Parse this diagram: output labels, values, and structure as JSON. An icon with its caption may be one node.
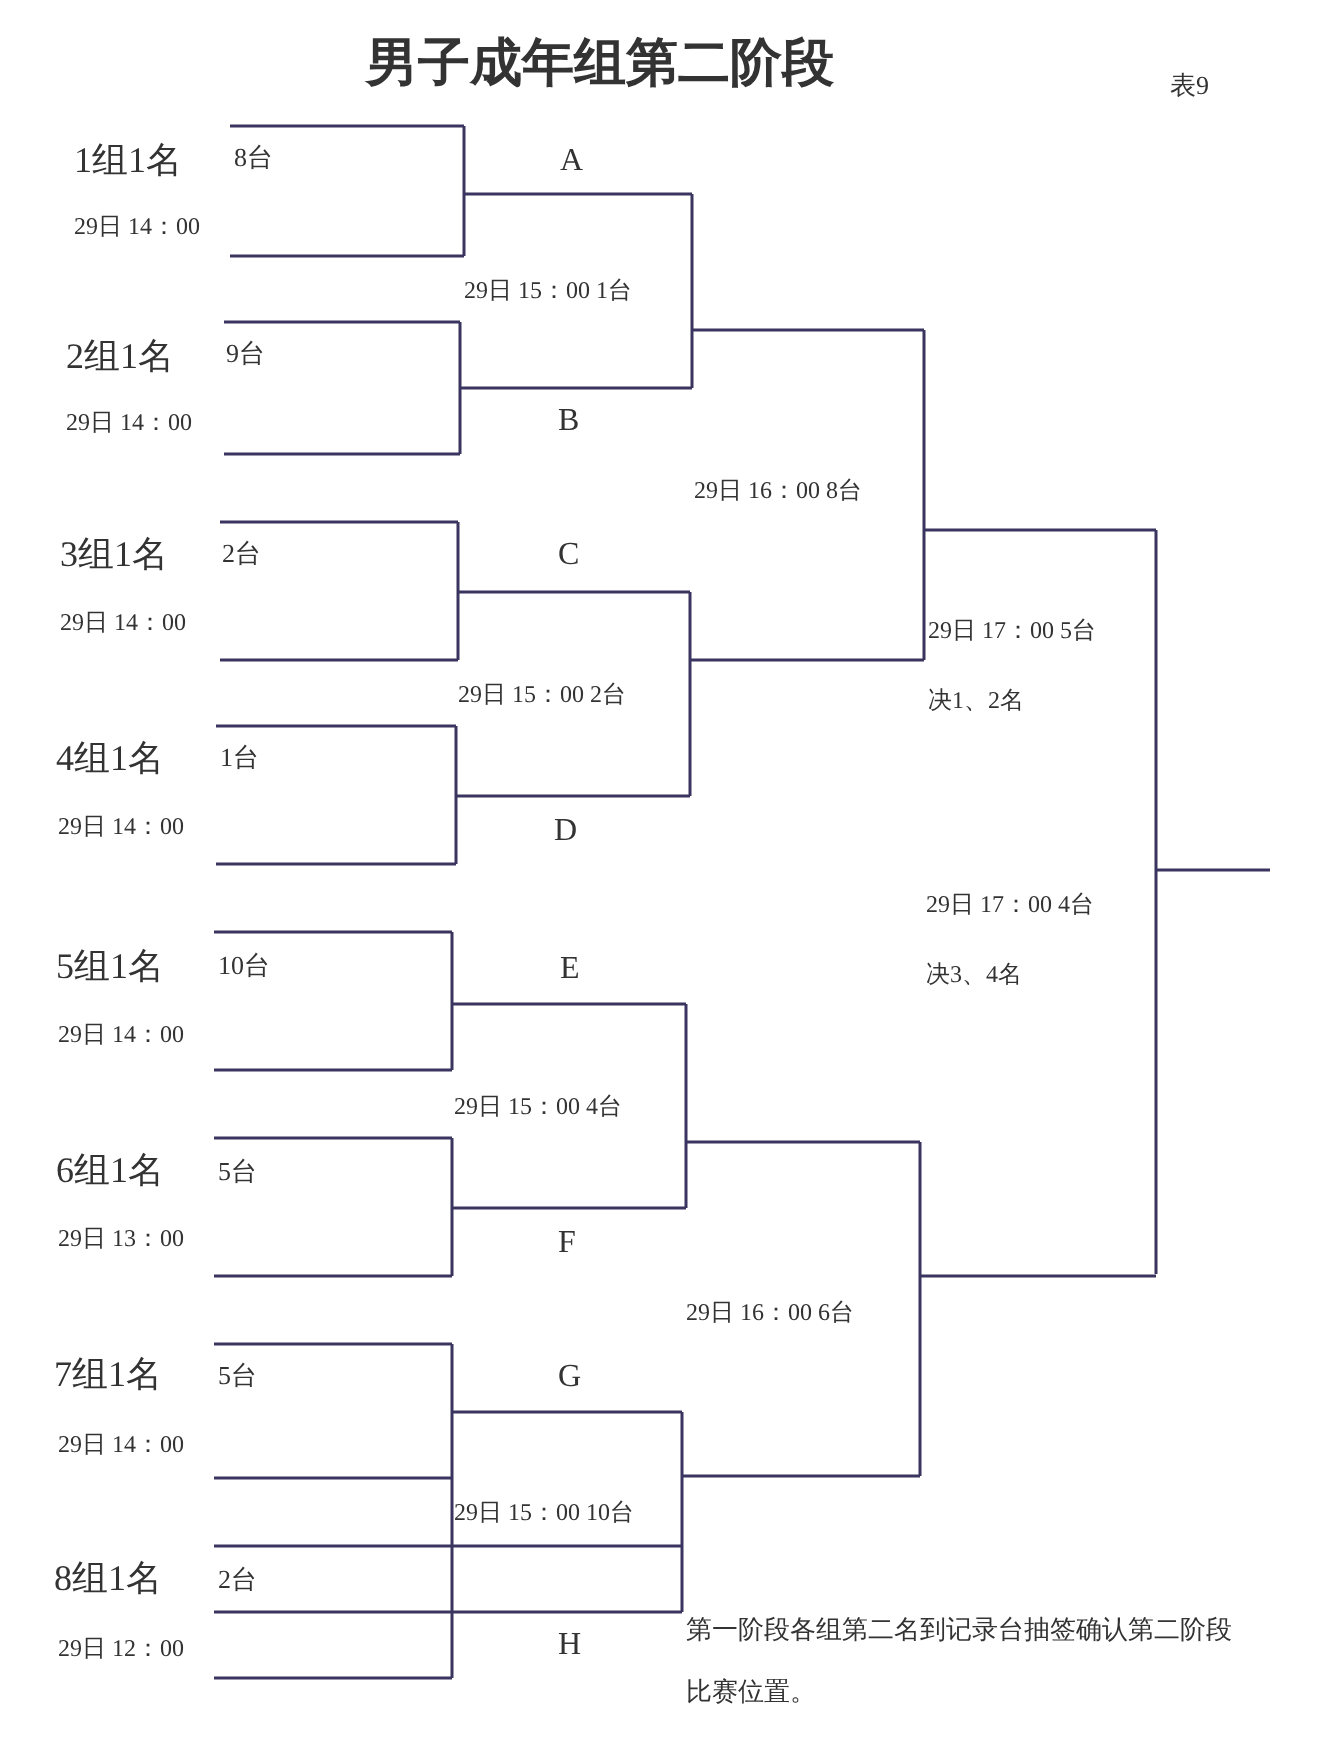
{
  "diagram": {
    "title": "男子成年组第二阶段",
    "labels": [
      "表9",
      "1组1名",
      "8台",
      "29日 14：00",
      "A",
      "29日 15：00 1台",
      "2组1名",
      "9台",
      "29日 14：00",
      "B",
      "29日 16：00 8台",
      "3组1名",
      "2台",
      "29日 14：00",
      "C",
      "29日 17：00 5台",
      "29日 15：00 2台",
      "决1、2名",
      "4组1名",
      "1台",
      "29日 14：00",
      "D",
      "29日 17：00 4台",
      "5组1名",
      "10台",
      "E",
      "决3、4名",
      "29日 14：00",
      "29日 15：00 4台",
      "6组1名",
      "5台",
      "29日 13：00",
      "F",
      "29日 16：00 6台",
      "7组1名",
      "5台",
      "G",
      "29日 14：00",
      "29日 15：00 10台",
      "8组1名",
      "2台",
      "29日 12：00",
      "H",
      "第一阶段各组第二名到记录台抽签确认第二阶段比赛位置。"
    ]
  }
}
